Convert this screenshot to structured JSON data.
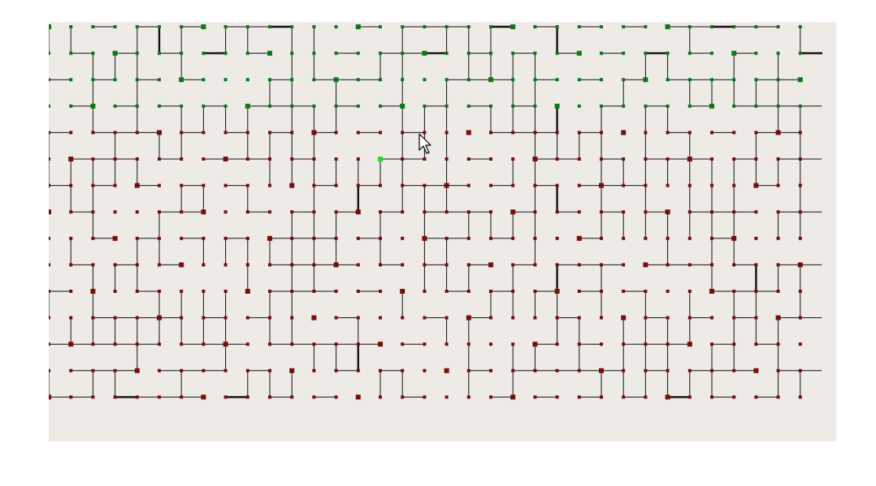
{
  "window": {
    "background": "#ffffff"
  },
  "board": {
    "background": "#eeebe7",
    "columns": 35,
    "rows": 15,
    "colors": {
      "lit_node": "#0a7a12",
      "unlit_node": "#7a0c0c",
      "source_node": "#22dd22",
      "wire": "#111111",
      "heavy_wire": "#111111"
    },
    "lit_rows": 4,
    "source": {
      "col": 15,
      "row": 5
    },
    "cursor_icon": "arrow-pointer-icon"
  }
}
